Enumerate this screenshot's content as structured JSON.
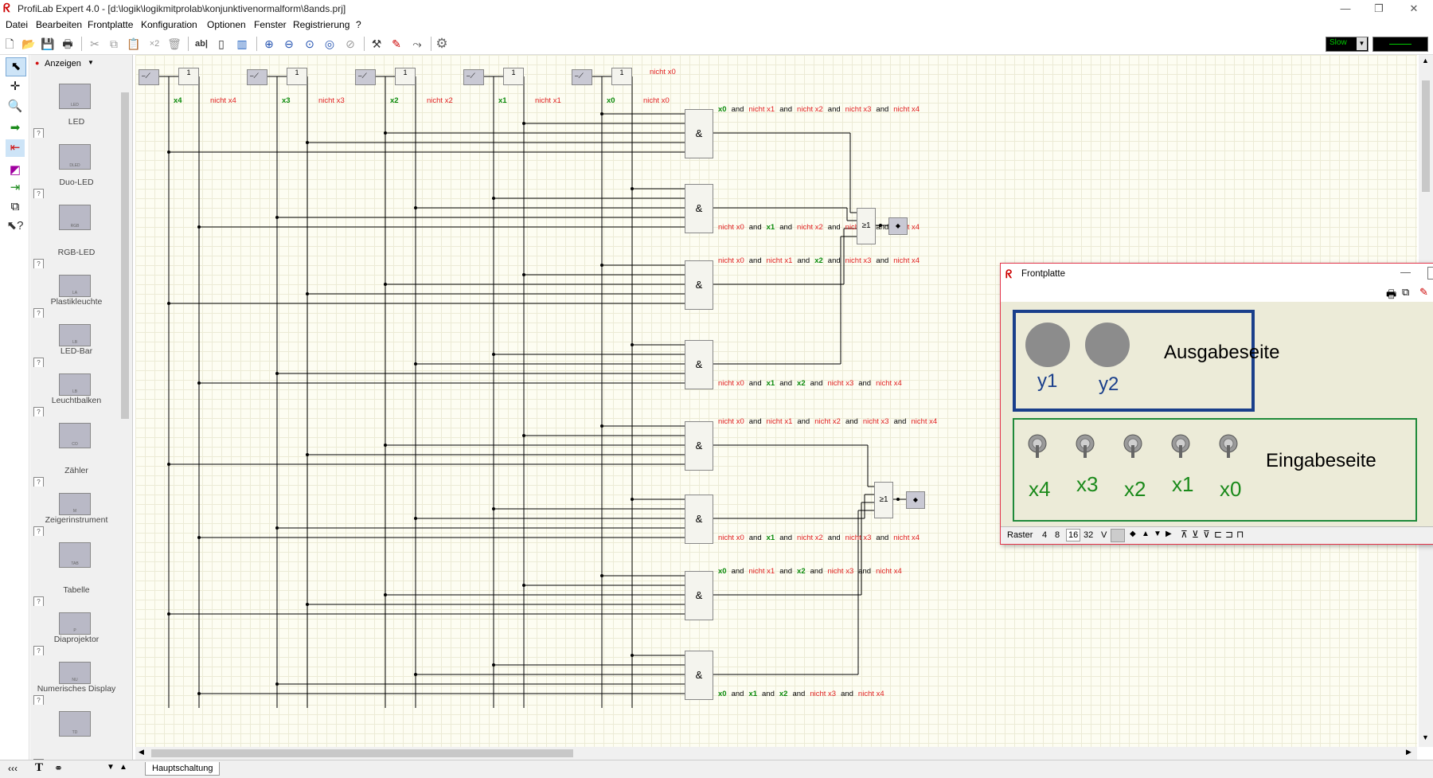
{
  "window": {
    "title": "ProfiLab Expert 4.0 - [d:\\logik\\logikmitprolab\\konjunktivenormalform\\8ands.prj]",
    "controls": {
      "minimize": "—",
      "restore": "❐",
      "close": "✕"
    }
  },
  "menu": [
    "Datei",
    "Bearbeiten",
    "Frontplatte",
    "Konfiguration",
    "Optionen",
    "Fenster",
    "Registrierung",
    "?"
  ],
  "toolbar": {
    "speed_value": "Slow",
    "icons": [
      "new-icon",
      "open-icon",
      "save-icon",
      "print-icon",
      "cut-icon",
      "copy-icon",
      "paste-icon",
      "duplicate-icon",
      "delete-icon",
      "text-icon",
      "frontpanel-icon",
      "circuit-icon",
      "zoom-in-icon",
      "zoom-out-icon",
      "zoom-fit-icon",
      "zoom-page-icon",
      "zoom-reset-icon",
      "tools-icon",
      "probe-icon",
      "wire-icon",
      "settings-icon"
    ],
    "x2_label": "×2",
    "text_label": "ab|"
  },
  "palette": {
    "header": "Anzeigen",
    "items": [
      {
        "label": "LED",
        "code": "LED"
      },
      {
        "label": "Duo-LED",
        "code": "DLED"
      },
      {
        "label": "RGB-LED",
        "code": "RGB"
      },
      {
        "label": "Plastikleuchte",
        "code": "LA"
      },
      {
        "label": "LED-Bar",
        "code": "LB"
      },
      {
        "label": "Leuchtbalken",
        "code": "LB"
      },
      {
        "label": "Zähler",
        "code": "CO"
      },
      {
        "label": "Zeigerinstrument",
        "code": "M"
      },
      {
        "label": "Tabelle",
        "code": "TAB"
      },
      {
        "label": "Diaprojektor",
        "code": "P"
      },
      {
        "label": "Numerisches Display",
        "code": "NU"
      },
      {
        "label": "",
        "code": "TD"
      }
    ],
    "help": "?"
  },
  "circuit": {
    "inputs": [
      {
        "label": "x4",
        "neg": "nicht x4"
      },
      {
        "label": "x3",
        "neg": "nicht x3"
      },
      {
        "label": "x2",
        "neg": "nicht x2"
      },
      {
        "label": "x1",
        "neg": "nicht x1"
      },
      {
        "label": "x0",
        "neg": "nicht x0"
      }
    ],
    "not_symbol": "1",
    "and_symbol": "&",
    "or_symbol": "≥1",
    "gate_labels": [
      [
        {
          "t": "x0",
          "c": "g"
        },
        {
          "t": "and",
          "c": "k"
        },
        {
          "t": "nicht x1",
          "c": "r"
        },
        {
          "t": "and",
          "c": "k"
        },
        {
          "t": "nicht x2",
          "c": "r"
        },
        {
          "t": "and",
          "c": "k"
        },
        {
          "t": "nicht x3",
          "c": "r"
        },
        {
          "t": "and",
          "c": "k"
        },
        {
          "t": "nicht x4",
          "c": "r"
        }
      ],
      [
        {
          "t": "nicht x0",
          "c": "r"
        },
        {
          "t": "and",
          "c": "k"
        },
        {
          "t": "x1",
          "c": "g"
        },
        {
          "t": "and",
          "c": "k"
        },
        {
          "t": "nicht x2",
          "c": "r"
        },
        {
          "t": "and",
          "c": "k"
        },
        {
          "t": "nicht x3",
          "c": "r"
        },
        {
          "t": "and",
          "c": "k"
        },
        {
          "t": "nicht x4",
          "c": "r"
        }
      ],
      [
        {
          "t": "nicht x0",
          "c": "r"
        },
        {
          "t": "and",
          "c": "k"
        },
        {
          "t": "nicht x1",
          "c": "r"
        },
        {
          "t": "and",
          "c": "k"
        },
        {
          "t": "x2",
          "c": "g"
        },
        {
          "t": "and",
          "c": "k"
        },
        {
          "t": "nicht x3",
          "c": "r"
        },
        {
          "t": "and",
          "c": "k"
        },
        {
          "t": "nicht x4",
          "c": "r"
        }
      ],
      [
        {
          "t": "nicht x0",
          "c": "r"
        },
        {
          "t": "and",
          "c": "k"
        },
        {
          "t": "x1",
          "c": "g"
        },
        {
          "t": "and",
          "c": "k"
        },
        {
          "t": "x2",
          "c": "g"
        },
        {
          "t": "and",
          "c": "k"
        },
        {
          "t": "nicht x3",
          "c": "r"
        },
        {
          "t": "and",
          "c": "k"
        },
        {
          "t": "nicht x4",
          "c": "r"
        }
      ],
      [
        {
          "t": "nicht x0",
          "c": "r"
        },
        {
          "t": "and",
          "c": "k"
        },
        {
          "t": "nicht x1",
          "c": "r"
        },
        {
          "t": "and",
          "c": "k"
        },
        {
          "t": "nicht x2",
          "c": "r"
        },
        {
          "t": "and",
          "c": "k"
        },
        {
          "t": "nicht x3",
          "c": "r"
        },
        {
          "t": "and",
          "c": "k"
        },
        {
          "t": "nicht x4",
          "c": "r"
        }
      ],
      [
        {
          "t": "nicht x0",
          "c": "r"
        },
        {
          "t": "and",
          "c": "k"
        },
        {
          "t": "x1",
          "c": "g"
        },
        {
          "t": "and",
          "c": "k"
        },
        {
          "t": "nicht x2",
          "c": "r"
        },
        {
          "t": "and",
          "c": "k"
        },
        {
          "t": "nicht x3",
          "c": "r"
        },
        {
          "t": "and",
          "c": "k"
        },
        {
          "t": "nicht x4",
          "c": "r"
        }
      ],
      [
        {
          "t": "x0",
          "c": "g"
        },
        {
          "t": "and",
          "c": "k"
        },
        {
          "t": "nicht x1",
          "c": "r"
        },
        {
          "t": "and",
          "c": "k"
        },
        {
          "t": "x2",
          "c": "g"
        },
        {
          "t": "and",
          "c": "k"
        },
        {
          "t": "nicht x3",
          "c": "r"
        },
        {
          "t": "and",
          "c": "k"
        },
        {
          "t": "nicht x4",
          "c": "r"
        }
      ],
      [
        {
          "t": "x0",
          "c": "g"
        },
        {
          "t": "and",
          "c": "k"
        },
        {
          "t": "x1",
          "c": "g"
        },
        {
          "t": "and",
          "c": "k"
        },
        {
          "t": "x2",
          "c": "g"
        },
        {
          "t": "and",
          "c": "k"
        },
        {
          "t": "nicht x3",
          "c": "r"
        },
        {
          "t": "and",
          "c": "k"
        },
        {
          "t": "nicht x4",
          "c": "r"
        }
      ]
    ]
  },
  "frontplatte": {
    "title": "Frontplatte",
    "output_title": "Ausgabeseite",
    "outputs": [
      "y1",
      "y2"
    ],
    "input_title": "Eingabeseite",
    "switches": [
      "x4",
      "x3",
      "x2",
      "x1",
      "x0"
    ],
    "status": {
      "raster_label": "Raster",
      "raster_values": [
        "4",
        "8",
        "16",
        "32"
      ],
      "v_label": "V"
    }
  },
  "sheet_tab": "Hauptschaltung",
  "bottom_left": "‹‹‹",
  "colors": {
    "lamp": "#8c8c8c",
    "output_border": "#1a3f8b",
    "input_border": "#1f8a3a",
    "input_text": "#1b8a1b",
    "output_text": "#1a3f8b",
    "accent_red": "#e02020",
    "accent_green": "#0a8a0a"
  }
}
